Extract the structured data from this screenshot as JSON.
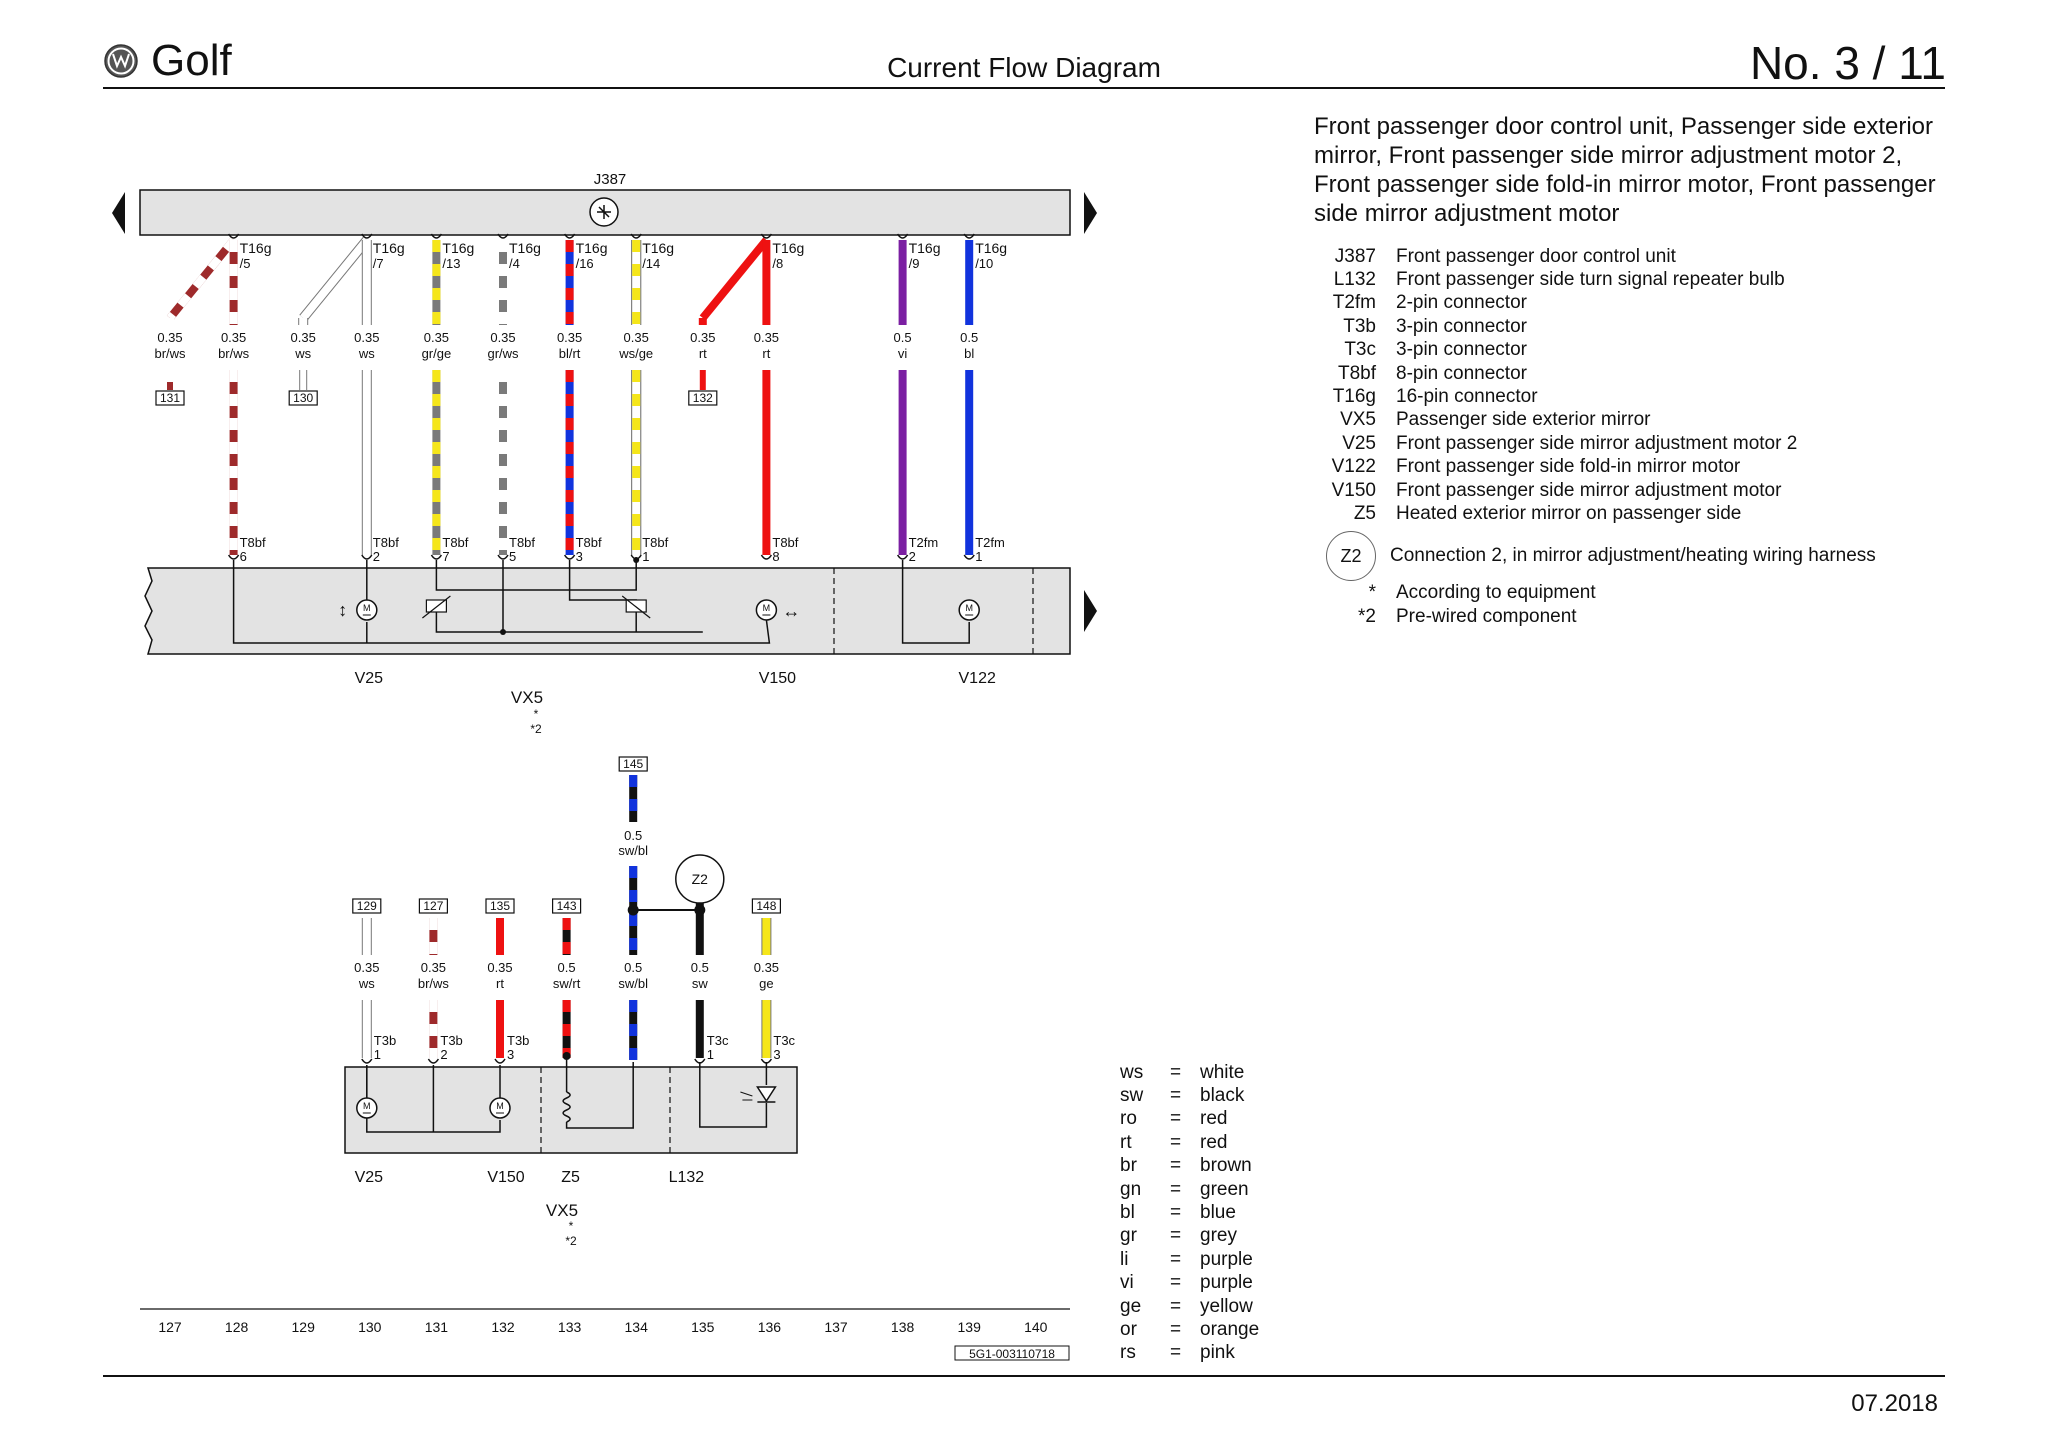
{
  "header": {
    "brand": "Golf",
    "title": "Current Flow Diagram",
    "page": "No.  3 /  11"
  },
  "heading_text": "Front passenger door control unit, Passenger side exterior mirror, Front passenger side mirror adjustment motor 2, Front passenger side fold-in mirror motor, Front passenger side mirror adjustment motor",
  "legend": [
    {
      "code": "J387",
      "desc": "Front passenger door control unit"
    },
    {
      "code": "L132",
      "desc": "Front passenger side turn signal repeater bulb"
    },
    {
      "code": "T2fm",
      "desc": "2-pin connector"
    },
    {
      "code": "T3b",
      "desc": "3-pin connector"
    },
    {
      "code": "T3c",
      "desc": "3-pin connector"
    },
    {
      "code": "T8bf",
      "desc": "8-pin connector"
    },
    {
      "code": "T16g",
      "desc": "16-pin connector"
    },
    {
      "code": "VX5",
      "desc": "Passenger side exterior mirror"
    },
    {
      "code": "V25",
      "desc": "Front passenger side mirror adjustment motor 2"
    },
    {
      "code": "V122",
      "desc": "Front passenger side fold-in mirror motor"
    },
    {
      "code": "V150",
      "desc": "Front passenger side mirror adjustment motor"
    },
    {
      "code": "Z5",
      "desc": "Heated exterior mirror on passenger side"
    }
  ],
  "connection_note": {
    "code": "Z2",
    "desc": "Connection 2, in mirror adjustment/heating wiring harness"
  },
  "footnotes": [
    {
      "symbol": "*",
      "desc": "According to equipment"
    },
    {
      "symbol": "*2",
      "desc": "Pre-wired component"
    }
  ],
  "color_codes": [
    {
      "abbr": "ws",
      "name": "white"
    },
    {
      "abbr": "sw",
      "name": "black"
    },
    {
      "abbr": "ro",
      "name": "red"
    },
    {
      "abbr": "rt",
      "name": "red"
    },
    {
      "abbr": "br",
      "name": "brown"
    },
    {
      "abbr": "gn",
      "name": "green"
    },
    {
      "abbr": "bl",
      "name": "blue"
    },
    {
      "abbr": "gr",
      "name": "grey"
    },
    {
      "abbr": "li",
      "name": "purple"
    },
    {
      "abbr": "vi",
      "name": "purple"
    },
    {
      "abbr": "ge",
      "name": "yellow"
    },
    {
      "abbr": "or",
      "name": "orange"
    },
    {
      "abbr": "rs",
      "name": "pink"
    }
  ],
  "footer": {
    "date": "07.2018",
    "doc_id": "5G1-003110718"
  },
  "diagram": {
    "control_unit_label": "J387",
    "wire_colors": {
      "ws": "#ffffff",
      "sw": "#111111",
      "rt": "#ee1111",
      "br": "#9e2a2b",
      "bl": "#1133dd",
      "gr": "#7a7a7a",
      "vi": "#7b1fa2",
      "ge": "#f5e61a"
    },
    "top_wires": [
      {
        "col": 128,
        "cross": "131",
        "size": "0.35",
        "color": "br/ws",
        "conn": "T16g",
        "pin": "/5"
      },
      {
        "col": 128,
        "size": "0.35",
        "color": "br/ws",
        "conn": "T16g",
        "pin": "/5",
        "bottom_conn": "T8bf",
        "bottom_pin": "6"
      },
      {
        "col": 130,
        "cross": "130",
        "size": "0.35",
        "color": "ws",
        "conn": "T16g",
        "pin": "/7"
      },
      {
        "col": 130,
        "size": "0.35",
        "color": "ws",
        "conn": "T16g",
        "pin": "/7",
        "bottom_conn": "T8bf",
        "bottom_pin": "2"
      },
      {
        "col": 131,
        "size": "0.35",
        "color": "gr/ge",
        "conn": "T16g",
        "pin": "/13",
        "bottom_conn": "T8bf",
        "bottom_pin": "7"
      },
      {
        "col": 132,
        "size": "0.35",
        "color": "gr/ws",
        "conn": "T16g",
        "pin": "/4",
        "bottom_conn": "T8bf",
        "bottom_pin": "5"
      },
      {
        "col": 133,
        "size": "0.35",
        "color": "bl/rt",
        "conn": "T16g",
        "pin": "/16",
        "bottom_conn": "T8bf",
        "bottom_pin": "3"
      },
      {
        "col": 134,
        "size": "0.35",
        "color": "ws/ge",
        "conn": "T16g",
        "pin": "/14",
        "bottom_conn": "T8bf",
        "bottom_pin": "1"
      },
      {
        "col": 135,
        "cross": "132",
        "size": "0.35",
        "color": "rt",
        "conn": "T16g",
        "pin": "/8"
      },
      {
        "col": 136,
        "size": "0.35",
        "color": "rt",
        "conn": "T16g",
        "pin": "/8",
        "bottom_conn": "T8bf",
        "bottom_pin": "8"
      },
      {
        "col": 138,
        "size": "0.5",
        "color": "vi",
        "conn": "T16g",
        "pin": "/9",
        "bottom_conn": "T2fm",
        "bottom_pin": "2"
      },
      {
        "col": 139,
        "size": "0.5",
        "color": "bl",
        "conn": "T16g",
        "pin": "/10",
        "bottom_conn": "T2fm",
        "bottom_pin": "1"
      }
    ],
    "top_components": [
      "V25",
      "V150",
      "V122"
    ],
    "assembly_label": "VX5",
    "assembly_note1": "*",
    "assembly_note2": "*2",
    "bottom_wires": [
      {
        "col": 130,
        "ref": "129",
        "size": "0.35",
        "color": "ws",
        "conn": "T3b",
        "pin": "1"
      },
      {
        "col": 131,
        "ref": "127",
        "size": "0.35",
        "color": "br/ws",
        "conn": "T3b",
        "pin": "2"
      },
      {
        "col": 132,
        "ref": "135",
        "size": "0.35",
        "color": "rt",
        "conn": "T3b",
        "pin": "3"
      },
      {
        "col": 133,
        "ref": "143",
        "size": "0.5",
        "color": "sw/rt"
      },
      {
        "col": 134,
        "ref": "145",
        "size": "0.5",
        "color": "sw/bl",
        "size2": "0.5",
        "color2": "sw/bl"
      },
      {
        "col": 135,
        "size": "0.5",
        "color": "sw",
        "conn": "T3c",
        "pin": "1"
      },
      {
        "col": 136,
        "ref": "148",
        "size": "0.35",
        "color": "ge",
        "conn": "T3c",
        "pin": "3"
      }
    ],
    "splice_label": "Z2",
    "bottom_components": [
      "V25",
      "V150",
      "Z5",
      "L132"
    ],
    "grid_numbers": [
      "127",
      "128",
      "129",
      "130",
      "131",
      "132",
      "133",
      "134",
      "135",
      "136",
      "137",
      "138",
      "139",
      "140"
    ]
  }
}
